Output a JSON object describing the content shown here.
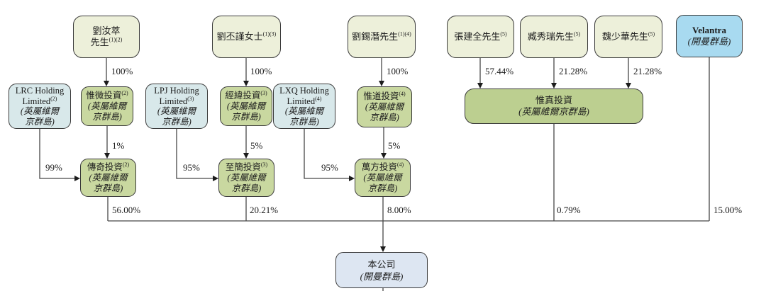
{
  "colors": {
    "c-person": "#edf0da",
    "c-holding": "#d8e8ea",
    "c-invest": "#c9d8a0",
    "c-invest-big": "#bccf90",
    "c-velantra": "#a8daf0",
    "c-company": "#dde6f2",
    "c-border": "#3a3a3a",
    "c-line": "#474747"
  },
  "boxes": {
    "liurucui": {
      "name1": "劉汝萃",
      "name2": "先生",
      "sup": "(1)(2)"
    },
    "liupijin": {
      "name": "劉丕謹女士",
      "sup": "(1)(3)"
    },
    "liuxiqian": {
      "name": "劉錫潛先生",
      "sup": "(1)(4)"
    },
    "zhangjianquan": {
      "name": "張建全先生",
      "sup": "(5)"
    },
    "zangxiurui": {
      "name": "臧秀瑞先生",
      "sup": "(5)"
    },
    "weishaohua": {
      "name": "魏少華先生",
      "sup": "(5)"
    },
    "velantra": {
      "name": "Velantra",
      "loc": "(開曼群島)"
    },
    "lrc": {
      "name1": "LRC Holding",
      "name2": "Limited",
      "sup": "(2)",
      "loc1": "(英屬維爾",
      "loc2": "京群島)"
    },
    "weiwei": {
      "name": "惟微投資",
      "sup": "(2)",
      "loc1": "(英屬維爾",
      "loc2": "京群島)"
    },
    "lpj": {
      "name1": "LPJ Holding",
      "name2": "Limited",
      "sup": "(3)",
      "loc1": "(英屬維爾",
      "loc2": "京群島)"
    },
    "jingwei": {
      "name": "經緯投資",
      "sup": "(3)",
      "loc1": "(英屬維爾",
      "loc2": "京群島)"
    },
    "lxq": {
      "name1": "LXQ Holding",
      "name2": "Limited",
      "sup": "(4)",
      "loc1": "(英屬維爾",
      "loc2": "京群島)"
    },
    "weidao": {
      "name": "惟道投資",
      "sup": "(4)",
      "loc1": "(英屬維爾",
      "loc2": "京群島)"
    },
    "weizhen": {
      "name": "惟真投資",
      "loc": "(英屬維爾京群島)"
    },
    "chuanqi": {
      "name": "傳奇投資",
      "sup": "(2)",
      "loc1": "(英屬維爾",
      "loc2": "京群島)"
    },
    "zhijian": {
      "name": "至簡投資",
      "sup": "(3)",
      "loc1": "(英屬維爾",
      "loc2": "京群島)"
    },
    "wanfang": {
      "name": "萬方投資",
      "sup": "(4)",
      "loc1": "(英屬維爾",
      "loc2": "京群島)"
    },
    "company": {
      "name": "本公司",
      "loc": "(開曼群島)"
    }
  },
  "labels": {
    "p100a": "100%",
    "p100b": "100%",
    "p100c": "100%",
    "p5744": "57.44%",
    "p2128a": "21.28%",
    "p2128b": "21.28%",
    "p1": "1%",
    "p5a": "5%",
    "p5b": "5%",
    "p99": "99%",
    "p95a": "95%",
    "p95b": "95%",
    "p5600": "56.00%",
    "p2021": "20.21%",
    "p800": "8.00%",
    "p079": "0.79%",
    "p1500": "15.00%"
  }
}
